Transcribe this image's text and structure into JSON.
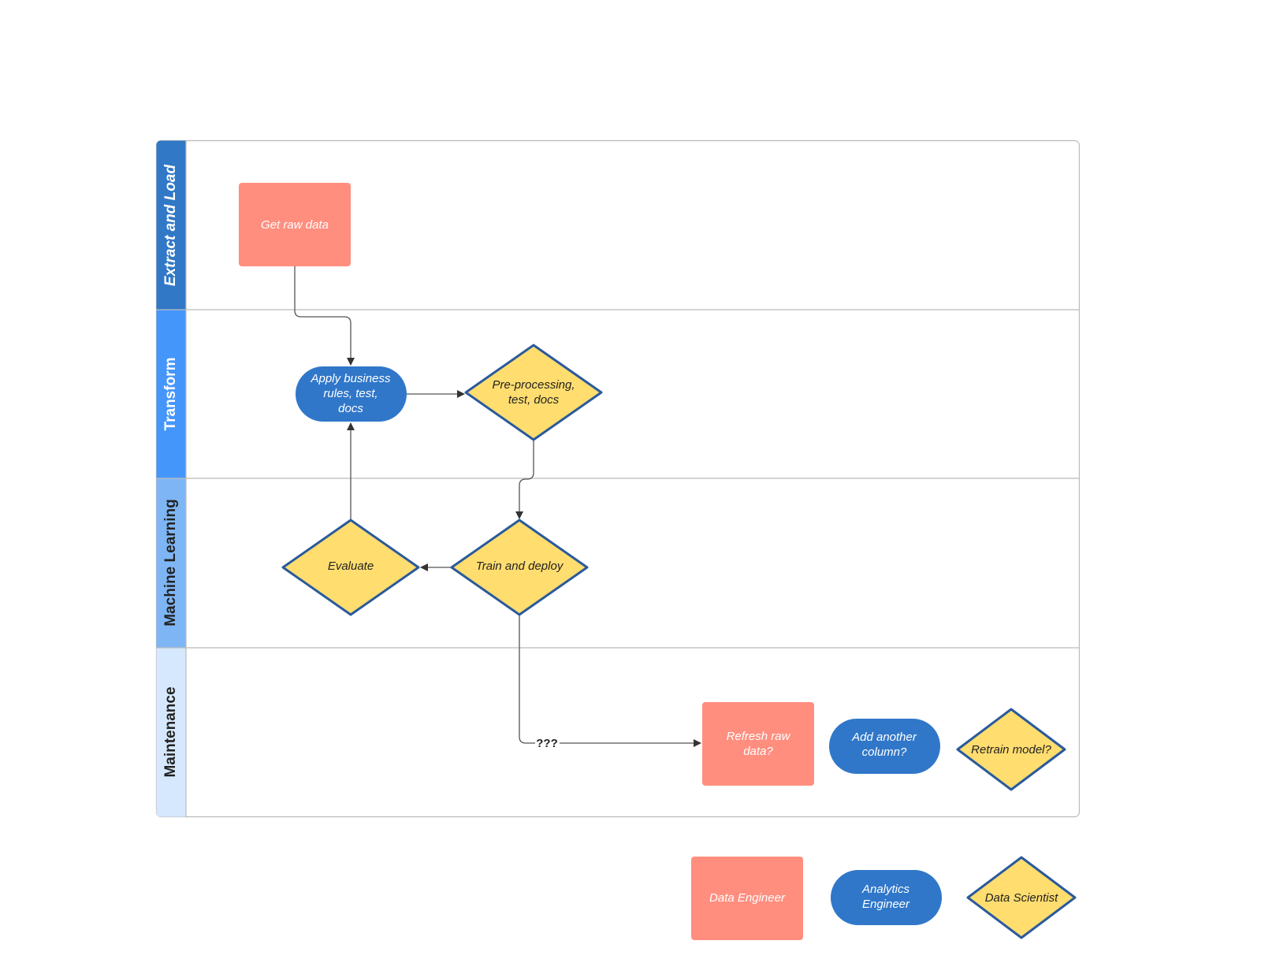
{
  "colors": {
    "data_engineer": "#ff8e7f",
    "analytics_engineer": "#3077c9",
    "data_scientist": "#ffdd6f",
    "diamond_stroke": "#2a5a9c",
    "lane_extract": "#3178c6",
    "lane_transform": "#4596fb",
    "lane_ml": "#7eb6f5",
    "lane_maintenance": "#d6e8fd"
  },
  "lanes": [
    {
      "title": "Extract and Load"
    },
    {
      "title": "Transform"
    },
    {
      "title": "Machine Learning"
    },
    {
      "title": "Maintenance"
    }
  ],
  "nodes": {
    "get_raw_data": {
      "lines": [
        "Get raw data"
      ],
      "role": "Data Engineer"
    },
    "apply_rules": {
      "lines": [
        "Apply business",
        "rules, test,",
        "docs"
      ],
      "role": "Analytics Engineer"
    },
    "preprocessing": {
      "lines": [
        "Pre-processing,",
        "test, docs"
      ],
      "role": "Data Scientist"
    },
    "train_deploy": {
      "lines": [
        "Train and deploy"
      ],
      "role": "Data Scientist"
    },
    "evaluate": {
      "lines": [
        "Evaluate"
      ],
      "role": "Data Scientist"
    },
    "refresh_raw": {
      "lines": [
        "Refresh raw",
        "data?"
      ],
      "role": "Data Engineer"
    },
    "add_column": {
      "lines": [
        "Add another",
        "column?"
      ],
      "role": "Analytics Engineer"
    },
    "retrain": {
      "lines": [
        "Retrain model?"
      ],
      "role": "Data Scientist"
    }
  },
  "connector_label": "???",
  "legend": {
    "data_engineer": "Data Engineer",
    "analytics_engineer": [
      "Analytics",
      "Engineer"
    ],
    "data_scientist": "Data Scientist"
  }
}
